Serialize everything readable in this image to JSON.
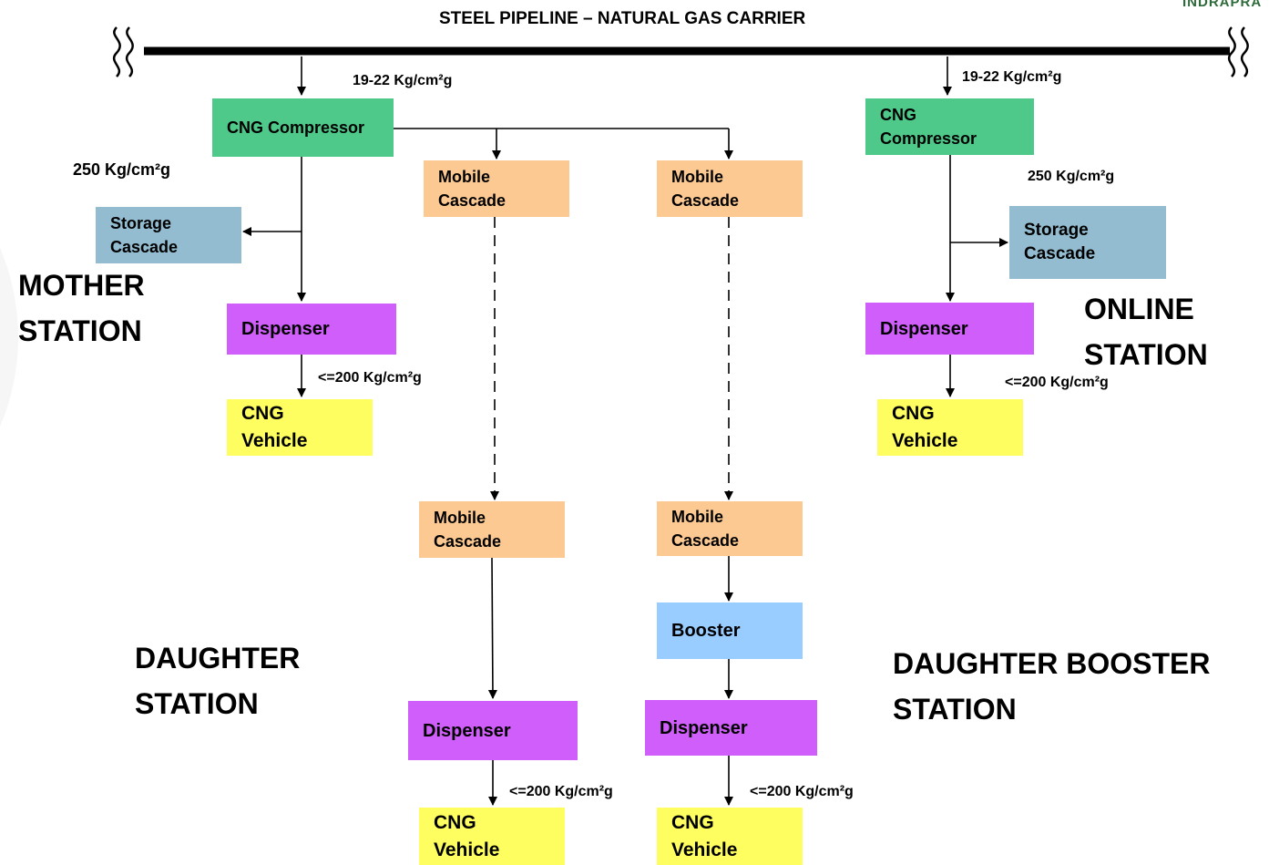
{
  "title": "STEEL PIPELINE – NATURAL GAS CARRIER",
  "logo_text": "INDRAPRA",
  "colors": {
    "compressor": "#4ec98a",
    "mobile_cascade": "#fcc992",
    "storage_cascade": "#93bcd0",
    "dispenser": "#cf5efa",
    "vehicle": "#fefe60",
    "booster": "#99ccff"
  },
  "pressure_labels": {
    "mother_inlet": "19-22 Kg/cm²g",
    "mother_outlet": "250 Kg/cm²g",
    "mother_dispense": "<=200 Kg/cm²g",
    "online_inlet": "19-22 Kg/cm²g",
    "online_outlet": "250 Kg/cm²g",
    "online_dispense": "<=200 Kg/cm²g",
    "daughter_dispense": "<=200 Kg/cm²g",
    "booster_dispense": "<=200 Kg/cm²g"
  },
  "stations": {
    "mother": "MOTHER\nSTATION",
    "online": "ONLINE\nSTATION",
    "daughter": "DAUGHTER\nSTATION",
    "daughter_booster": "DAUGHTER BOOSTER\nSTATION"
  },
  "boxes": {
    "mother_compressor": "CNG Compressor",
    "mother_storage": "Storage\nCascade",
    "mother_dispenser": "Dispenser",
    "mother_vehicle": "CNG\nVehicle",
    "mobile_cascade_a": "Mobile\nCascade",
    "mobile_cascade_b": "Mobile\nCascade",
    "daughter_mobile_cascade": "Mobile\nCascade",
    "daughter_dispenser": "Dispenser",
    "daughter_vehicle": "CNG\nVehicle",
    "booster_mobile_cascade": "Mobile\nCascade",
    "booster": "Booster",
    "booster_dispenser": "Dispenser",
    "booster_vehicle": "CNG\nVehicle",
    "online_compressor": "CNG\nCompressor",
    "online_storage": "Storage\nCascade",
    "online_dispenser": "Dispenser",
    "online_vehicle": "CNG\nVehicle"
  }
}
